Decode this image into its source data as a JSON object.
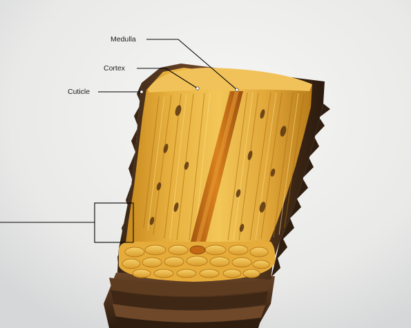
{
  "labels": {
    "medulla": "Medulla",
    "cortex": "Cortex",
    "cuticle": "Cuticle"
  },
  "colors": {
    "background_light": "#f1f1f0",
    "background_shadow": "#d9dadb",
    "cortex_gold": "#e3ac38",
    "cortex_light": "#f5d064",
    "cortex_dark": "#b77a18",
    "medulla_core": "#c96d17",
    "cuticle_brown": "#5a3a1f",
    "cuticle_dark": "#2e1d10",
    "leader_line": "#000000"
  }
}
